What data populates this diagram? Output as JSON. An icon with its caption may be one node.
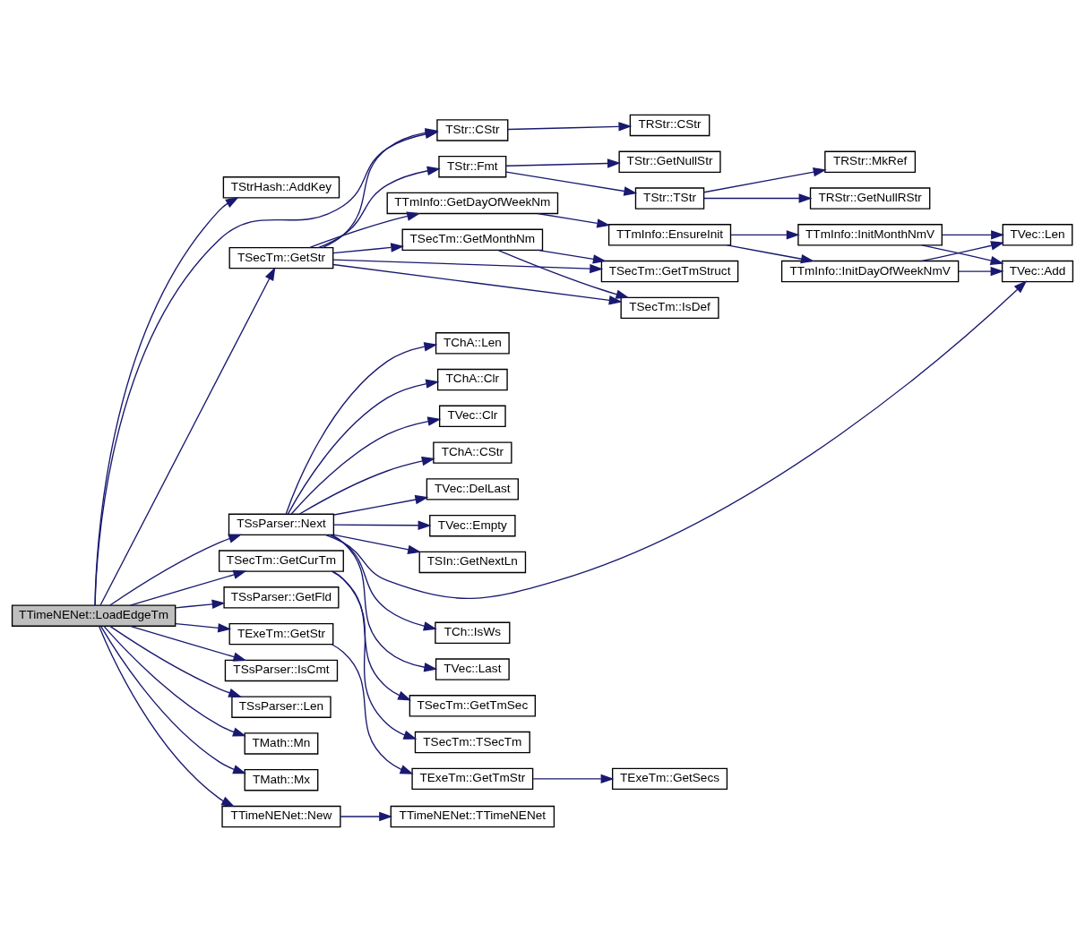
{
  "diagram": {
    "nodes": [
      {
        "text": [
          "TTimeNENet::LoadEdgeTm"
        ]
      },
      {
        "text": [
          "TStrHash::AddKey"
        ]
      },
      {
        "text": [
          "TSecTm::GetStr"
        ]
      },
      {
        "text": [
          "TSsParser::Next"
        ]
      },
      {
        "text": [
          "TSecTm::GetCurTm"
        ]
      },
      {
        "text": [
          "TSsParser::GetFld"
        ]
      },
      {
        "text": [
          "TExeTm::GetStr"
        ]
      },
      {
        "text": [
          "TSsParser::IsCmt"
        ]
      },
      {
        "text": [
          "TSsParser::Len"
        ]
      },
      {
        "text": [
          "TMath::Mn"
        ]
      },
      {
        "text": [
          "TMath::Mx"
        ]
      },
      {
        "text": [
          "TTimeNENet::New"
        ]
      },
      {
        "text": [
          "TStr::CStr"
        ]
      },
      {
        "text": [
          "TStr::Fmt"
        ]
      },
      {
        "text": [
          "TTmInfo::GetDayOfWeekNm"
        ]
      },
      {
        "text": [
          "TSecTm::GetMonthNm"
        ]
      },
      {
        "text": [
          "TSecTm::GetTmStruct"
        ]
      },
      {
        "text": [
          "TSecTm::IsDef"
        ]
      },
      {
        "text": [
          "TRStr::CStr"
        ]
      },
      {
        "text": [
          "TStr::GetNullStr"
        ]
      },
      {
        "text": [
          "TStr::TStr"
        ]
      },
      {
        "text": [
          "TRStr::MkRef"
        ]
      },
      {
        "text": [
          "TRStr::GetNullRStr"
        ]
      },
      {
        "text": [
          "TTmInfo::EnsureInit"
        ]
      },
      {
        "text": [
          "TTmInfo::InitMonthNmV"
        ]
      },
      {
        "text": [
          "TTmInfo::InitDayOfWeekNmV"
        ]
      },
      {
        "text": [
          "TVec::Len"
        ]
      },
      {
        "text": [
          "TVec::Add"
        ]
      },
      {
        "text": [
          "TChA::Len"
        ]
      },
      {
        "text": [
          "TChA::Clr"
        ]
      },
      {
        "text": [
          "TVec::Clr"
        ]
      },
      {
        "text": [
          "TChA::CStr"
        ]
      },
      {
        "text": [
          "TVec::DelLast"
        ]
      },
      {
        "text": [
          "TVec::Empty"
        ]
      },
      {
        "text": [
          "TSIn::GetNextLn"
        ]
      },
      {
        "text": [
          "TCh::IsWs"
        ]
      },
      {
        "text": [
          "TVec::Last"
        ]
      },
      {
        "text": [
          "TSecTm::GetTmSec"
        ]
      },
      {
        "text": [
          "TSecTm::TSecTm"
        ]
      },
      {
        "text": [
          "TExeTm::GetTmStr"
        ]
      },
      {
        "text": [
          "TExeTm::GetSecs"
        ]
      },
      {
        "text": [
          "TTimeNENet::TTimeNENet"
        ]
      }
    ],
    "edges": [
      {
        "from": 0,
        "to": 1,
        "arrow": "to"
      },
      {
        "from": 0,
        "to": 12,
        "arrow": "to"
      },
      {
        "from": 0,
        "to": 2,
        "arrow": "to"
      },
      {
        "from": 0,
        "to": 3,
        "arrow": "to"
      },
      {
        "from": 0,
        "to": 4,
        "arrow": "to"
      },
      {
        "from": 0,
        "to": 5,
        "arrow": "to"
      },
      {
        "from": 0,
        "to": 6,
        "arrow": "to"
      },
      {
        "from": 0,
        "to": 7,
        "arrow": "to"
      },
      {
        "from": 0,
        "to": 8,
        "arrow": "to"
      },
      {
        "from": 0,
        "to": 9,
        "arrow": "to"
      },
      {
        "from": 0,
        "to": 10,
        "arrow": "to"
      },
      {
        "from": 0,
        "to": 11,
        "arrow": "to"
      },
      {
        "from": 2,
        "to": 12,
        "arrow": "to"
      },
      {
        "from": 2,
        "to": 13,
        "arrow": "to"
      },
      {
        "from": 2,
        "to": 14,
        "arrow": "to"
      },
      {
        "from": 2,
        "to": 15,
        "arrow": "to"
      },
      {
        "from": 2,
        "to": 16,
        "arrow": "to"
      },
      {
        "from": 2,
        "to": 17,
        "arrow": "to"
      },
      {
        "from": 12,
        "to": 18,
        "arrow": "to"
      },
      {
        "from": 13,
        "to": 19,
        "arrow": "to"
      },
      {
        "from": 13,
        "to": 20,
        "arrow": "to"
      },
      {
        "from": 20,
        "to": 21,
        "arrow": "to"
      },
      {
        "from": 20,
        "to": 22,
        "arrow": "to"
      },
      {
        "from": 14,
        "to": 23,
        "arrow": "to"
      },
      {
        "from": 23,
        "to": 24,
        "arrow": "to"
      },
      {
        "from": 23,
        "to": 25,
        "arrow": "to"
      },
      {
        "from": 24,
        "to": 26,
        "arrow": "to"
      },
      {
        "from": 24,
        "to": 27,
        "arrow": "to"
      },
      {
        "from": 25,
        "to": 26,
        "arrow": "to"
      },
      {
        "from": 25,
        "to": 27,
        "arrow": "to"
      },
      {
        "from": 15,
        "to": 16,
        "arrow": "to"
      },
      {
        "from": 15,
        "to": 17,
        "arrow": "to"
      },
      {
        "from": 3,
        "to": 28,
        "arrow": "to"
      },
      {
        "from": 3,
        "to": 29,
        "arrow": "to"
      },
      {
        "from": 3,
        "to": 30,
        "arrow": "to"
      },
      {
        "from": 3,
        "to": 31,
        "arrow": "to"
      },
      {
        "from": 3,
        "to": 32,
        "arrow": "to"
      },
      {
        "from": 3,
        "to": 33,
        "arrow": "to"
      },
      {
        "from": 3,
        "to": 34,
        "arrow": "to"
      },
      {
        "from": 3,
        "to": 27,
        "arrow": "to"
      },
      {
        "from": 3,
        "to": 35,
        "arrow": "to"
      },
      {
        "from": 3,
        "to": 36,
        "arrow": "to"
      },
      {
        "from": 4,
        "to": 37,
        "arrow": "to"
      },
      {
        "from": 4,
        "to": 38,
        "arrow": "to"
      },
      {
        "from": 6,
        "to": 39,
        "arrow": "to"
      },
      {
        "from": 39,
        "to": 40,
        "arrow": "to"
      },
      {
        "from": 11,
        "to": 41,
        "arrow": "to"
      }
    ]
  }
}
